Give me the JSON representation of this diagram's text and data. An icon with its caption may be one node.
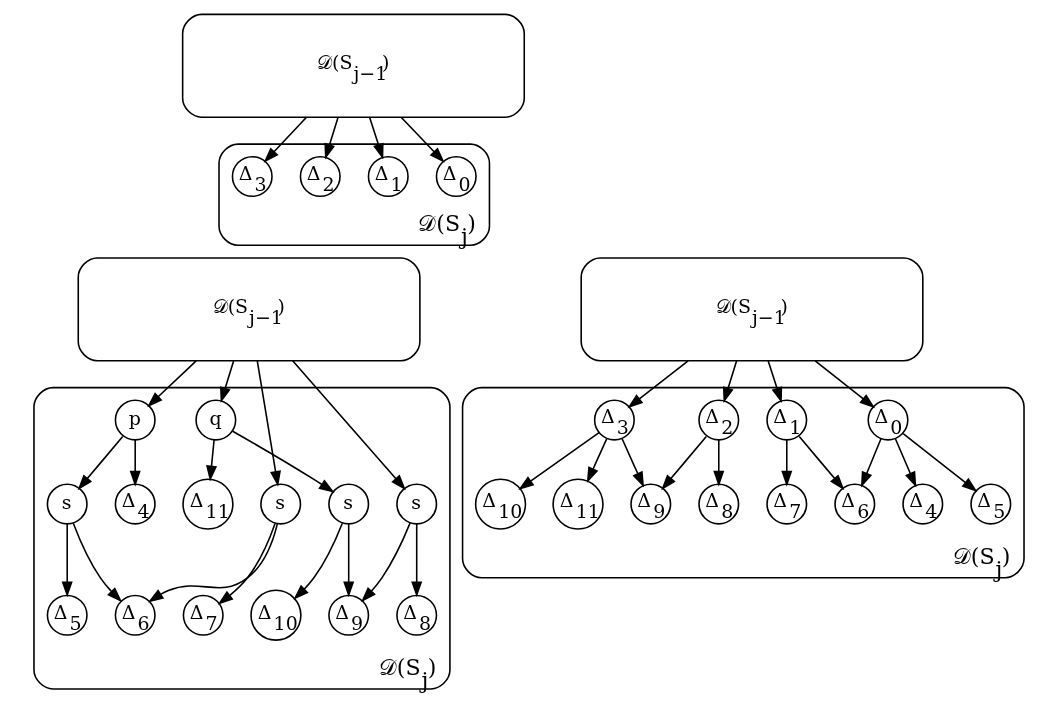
{
  "diagram": {
    "nodes": [
      {
        "text": [
          "𝒟(S$_{j−1}$)"
        ]
      },
      {
        "text": [
          "𝒟(S$_{j}$)"
        ]
      },
      {
        "text": [
          "Δ$_{0}$"
        ],
        "in": 1
      },
      {
        "text": [
          "Δ$_{1}$"
        ],
        "in": 1
      },
      {
        "text": [
          "Δ$_{2}$"
        ],
        "in": 1
      },
      {
        "text": [
          "Δ$_{3}$"
        ],
        "in": 1
      },
      {
        "text": [
          "𝒟(S$_{j−1}$)"
        ]
      },
      {
        "text": [
          "𝒟(S$_{j}$)"
        ]
      },
      {
        "text": [
          "p"
        ],
        "in": 7
      },
      {
        "text": [
          "s"
        ],
        "in": 7
      },
      {
        "text": [
          "s"
        ],
        "in": 7
      },
      {
        "text": [
          "q"
        ],
        "in": 7
      },
      {
        "text": [
          "Δ$_{4}$"
        ],
        "in": 7
      },
      {
        "text": [
          "s"
        ],
        "in": 7
      },
      {
        "text": [
          "Δ$_{7}$"
        ],
        "in": 7
      },
      {
        "text": [
          "Δ$_{8}$"
        ],
        "in": 7
      },
      {
        "text": [
          "s"
        ],
        "in": 7
      },
      {
        "text": [
          "Δ$_{11}$"
        ],
        "in": 7
      },
      {
        "text": [
          "Δ$_{5}$"
        ],
        "in": 7
      },
      {
        "text": [
          "Δ$_{6}$"
        ],
        "in": 7
      },
      {
        "text": [
          "Δ$_{9}$"
        ],
        "in": 7
      },
      {
        "text": [
          "Δ$_{10}$"
        ],
        "in": 7
      },
      {
        "text": [
          "𝒟(S$_{j−1}$)"
        ]
      },
      {
        "text": [
          "𝒟(S$_{j}$)"
        ]
      },
      {
        "text": [
          "Δ$_{0}$"
        ],
        "in": 23
      },
      {
        "text": [
          "Δ$_{1}$"
        ],
        "in": 23
      },
      {
        "text": [
          "Δ$_{2}$"
        ],
        "in": 23
      },
      {
        "text": [
          "Δ$_{3}$"
        ],
        "in": 23
      },
      {
        "text": [
          "Δ$_{4}$"
        ],
        "in": 23
      },
      {
        "text": [
          "Δ$_{7}$"
        ],
        "in": 23
      },
      {
        "text": [
          "Δ$_{8}$"
        ],
        "in": 23
      },
      {
        "text": [
          "Δ$_{11}$"
        ],
        "in": 23
      },
      {
        "text": [
          "Δ$_{5}$"
        ],
        "in": 23
      },
      {
        "text": [
          "Δ$_{6}$"
        ],
        "in": 23
      },
      {
        "text": [
          "Δ$_{9}$"
        ],
        "in": 23
      },
      {
        "text": [
          "Δ$_{10}$"
        ],
        "in": 23
      }
    ],
    "edges": [
      {
        "from": 0,
        "to": 2,
        "arrow": "to"
      },
      {
        "from": 0,
        "to": 3,
        "arrow": "to"
      },
      {
        "from": 0,
        "to": 4,
        "arrow": "to"
      },
      {
        "from": 0,
        "to": 5,
        "arrow": "to"
      },
      {
        "from": 6,
        "to": 8,
        "arrow": "to"
      },
      {
        "from": 6,
        "to": 9,
        "arrow": "to"
      },
      {
        "from": 6,
        "to": 10,
        "arrow": "to"
      },
      {
        "from": 6,
        "to": 11,
        "arrow": "to"
      },
      {
        "from": 8,
        "to": 12,
        "arrow": "to"
      },
      {
        "from": 8,
        "to": 13,
        "arrow": "to"
      },
      {
        "from": 13,
        "to": 18,
        "arrow": "to"
      },
      {
        "from": 13,
        "to": 19,
        "arrow": "to"
      },
      {
        "from": 9,
        "to": 19,
        "arrow": "to"
      },
      {
        "from": 9,
        "to": 14,
        "arrow": "to"
      },
      {
        "from": 10,
        "to": 15,
        "arrow": "to"
      },
      {
        "from": 10,
        "to": 20,
        "arrow": "to"
      },
      {
        "from": 11,
        "to": 16,
        "arrow": "to"
      },
      {
        "from": 11,
        "to": 17,
        "arrow": "to"
      },
      {
        "from": 16,
        "to": 20,
        "arrow": "to"
      },
      {
        "from": 16,
        "to": 21,
        "arrow": "to"
      },
      {
        "from": 22,
        "to": 24,
        "arrow": "to"
      },
      {
        "from": 22,
        "to": 25,
        "arrow": "to"
      },
      {
        "from": 22,
        "to": 26,
        "arrow": "to"
      },
      {
        "from": 22,
        "to": 27,
        "arrow": "to"
      },
      {
        "from": 24,
        "to": 28,
        "arrow": "to"
      },
      {
        "from": 24,
        "to": 32,
        "arrow": "to"
      },
      {
        "from": 24,
        "to": 33,
        "arrow": "to"
      },
      {
        "from": 25,
        "to": 33,
        "arrow": "to"
      },
      {
        "from": 25,
        "to": 29,
        "arrow": "to"
      },
      {
        "from": 26,
        "to": 30,
        "arrow": "to"
      },
      {
        "from": 26,
        "to": 34,
        "arrow": "to"
      },
      {
        "from": 27,
        "to": 34,
        "arrow": "to"
      },
      {
        "from": 27,
        "to": 35,
        "arrow": "to"
      },
      {
        "from": 27,
        "to": 31,
        "arrow": "to"
      }
    ]
  }
}
